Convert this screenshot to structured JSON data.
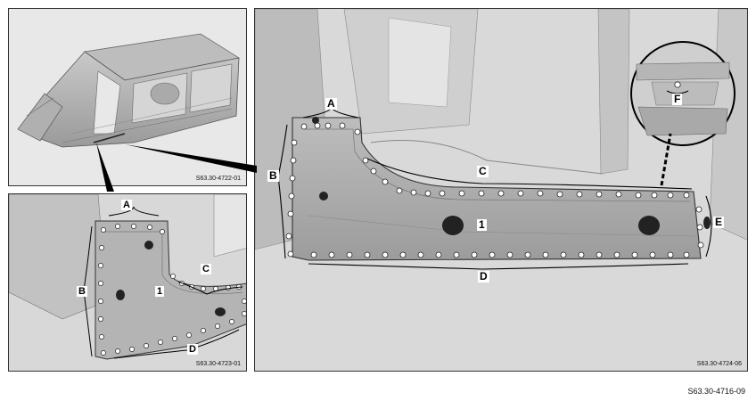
{
  "figure_code": "S63.30-4716-09",
  "panels": {
    "overview": {
      "code": "S63.30-4722-01"
    },
    "closeup": {
      "code": "S63.30-4723-01",
      "labels": [
        "A",
        "B",
        "C",
        "1",
        "D"
      ]
    },
    "main": {
      "code": "S63.30-4724-06",
      "labels": [
        "A",
        "B",
        "C",
        "1",
        "D",
        "E",
        "F"
      ]
    }
  }
}
